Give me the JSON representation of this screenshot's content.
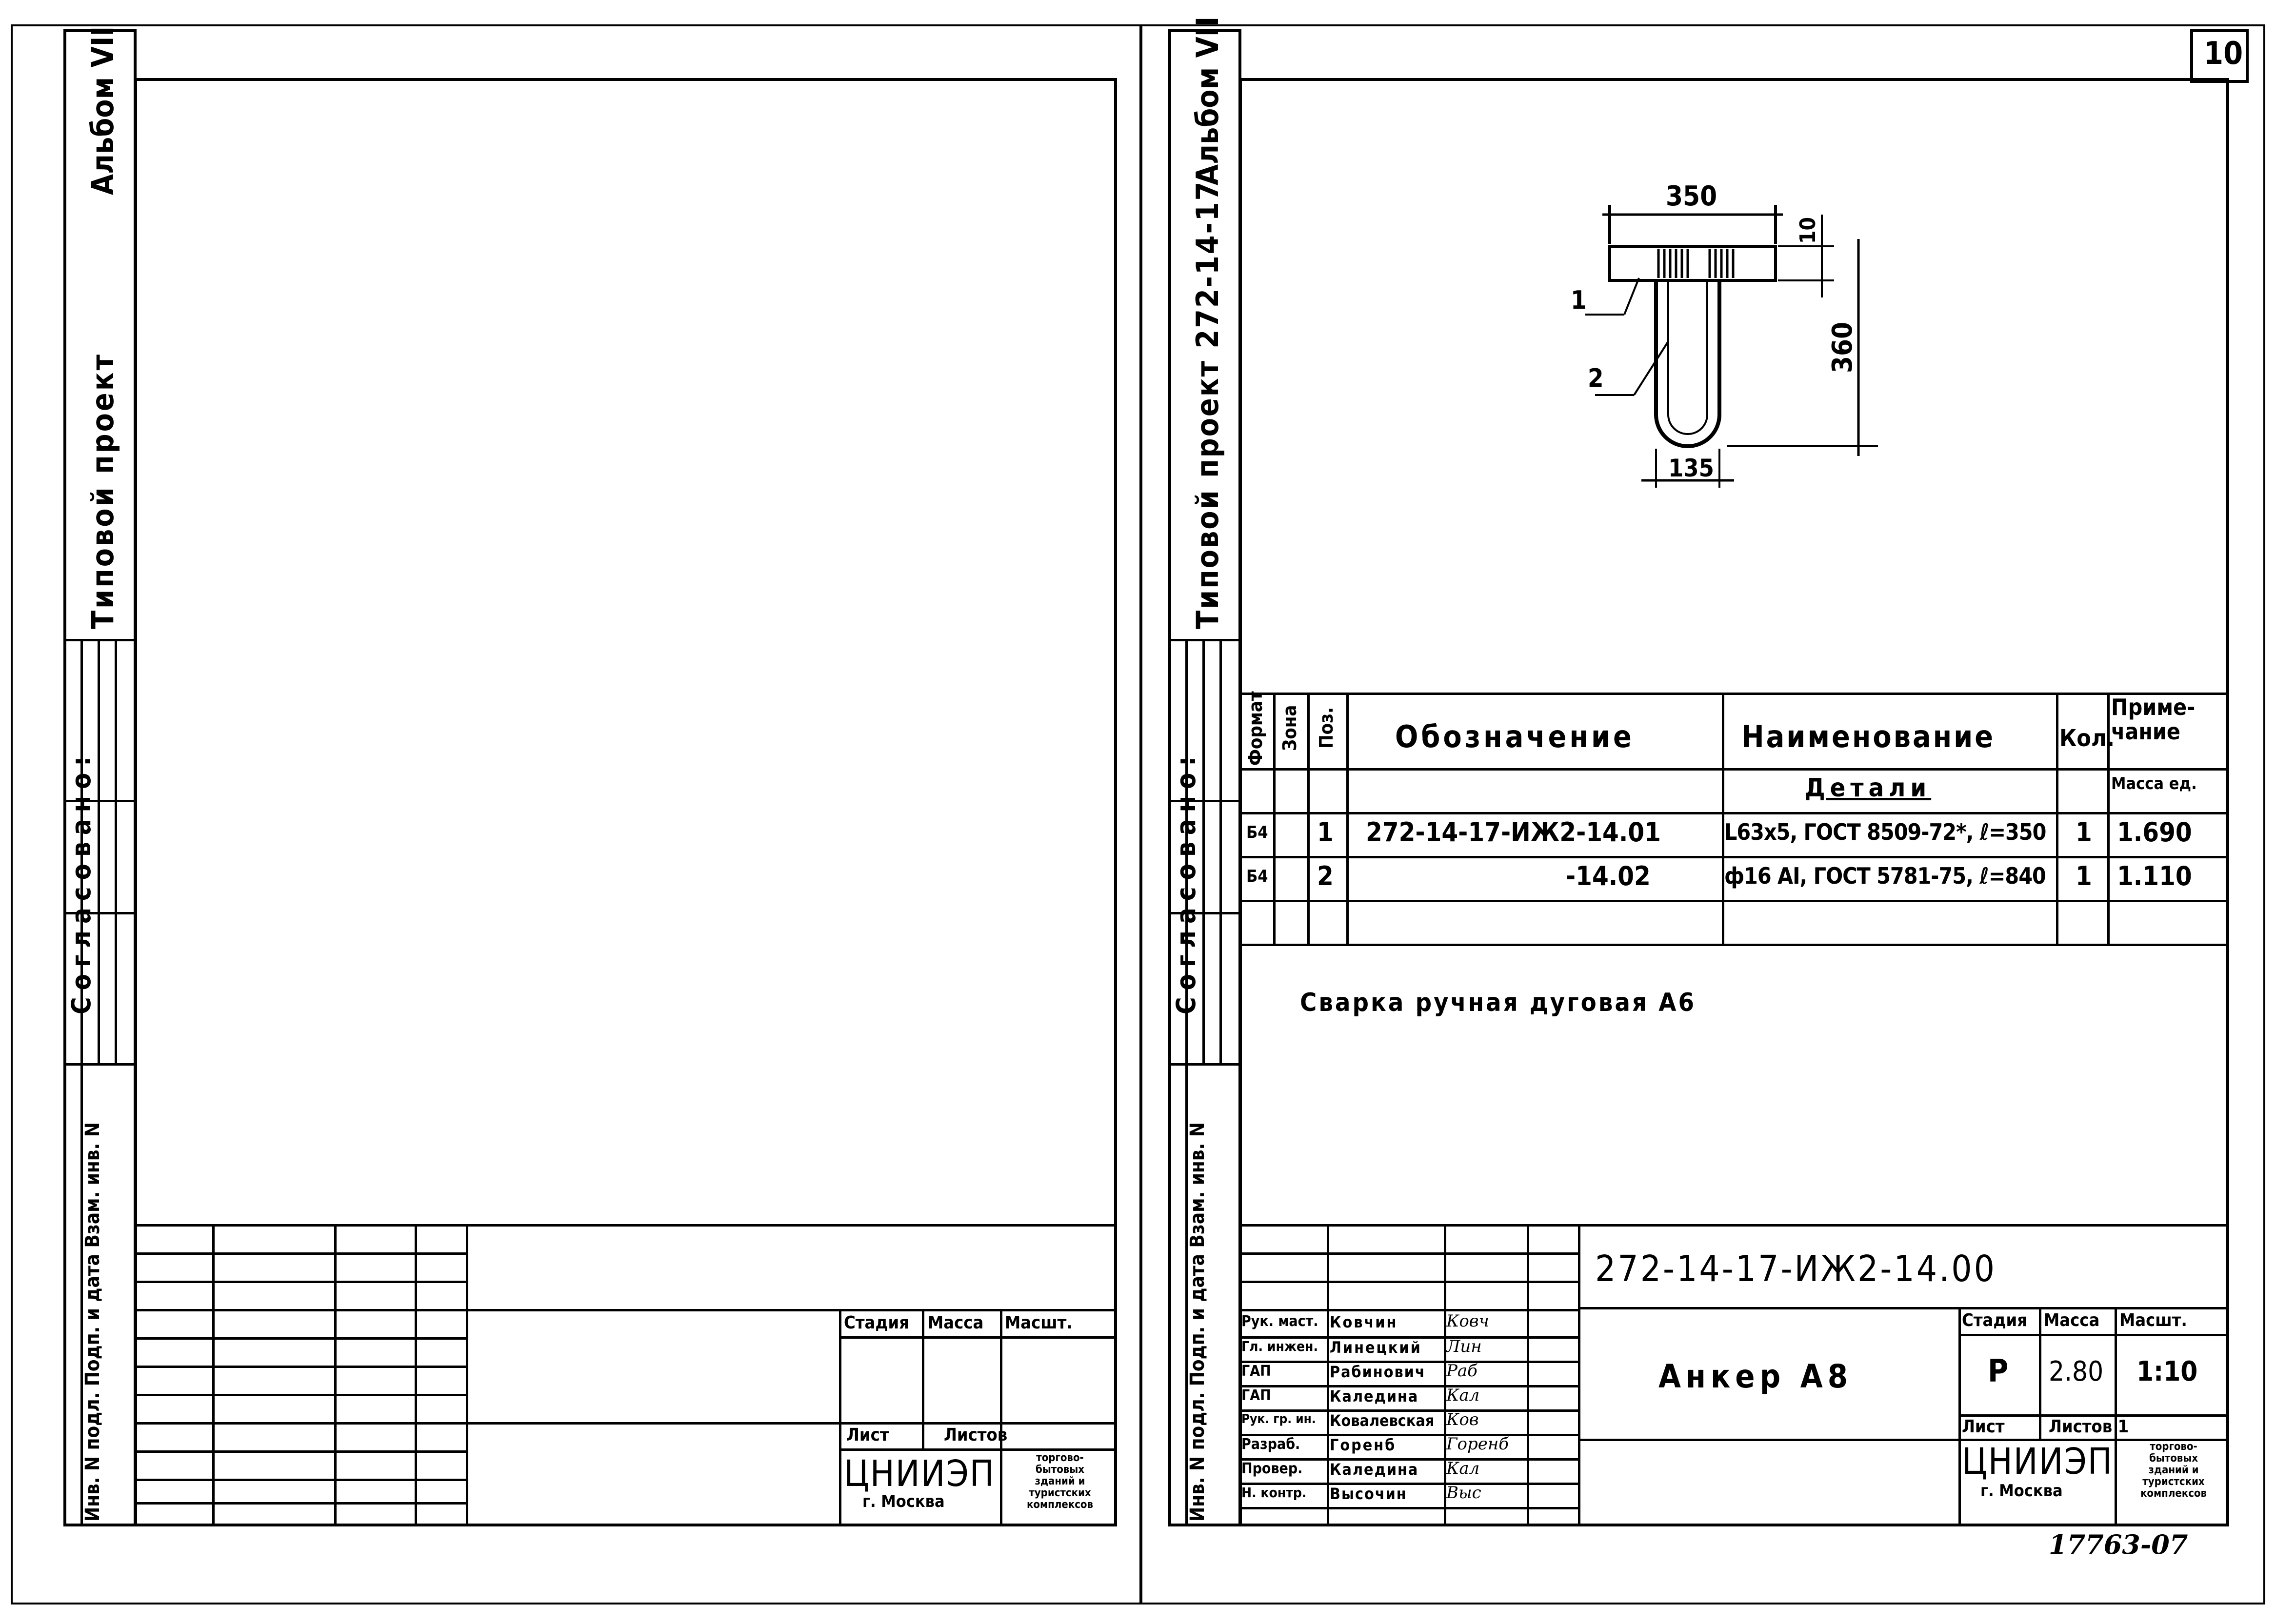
{
  "page_number": "10",
  "left_sheet": {
    "side_title": {
      "album": "Альбом VII",
      "project": "Типовой проект"
    },
    "agreed_label": "Согласовано:",
    "side_box_label": "Инв. N подл. Подп. и дата Взам. инв. N",
    "title_block": {
      "stage": "Стадия",
      "mass": "Масса",
      "scale": "Масшт.",
      "sheet": "Лист",
      "sheets": "Листов",
      "org": "ЦНИИЭП",
      "city": "г. Москва",
      "org_desc": [
        "торгово-",
        "бытовых",
        "зданий и",
        "туристских",
        "комплексов"
      ]
    }
  },
  "right_sheet": {
    "side_title": {
      "album": "Альбом VII",
      "project": "Типовой проект 272-14-17"
    },
    "agreed_label": "Согласовано:",
    "side_box_label": "Инв. N подл. Подп. и дата Взам. инв. N",
    "drawing": {
      "dim_width": "350",
      "dim_thickness": "10",
      "dim_height": "360",
      "dim_bottom": "135",
      "callout_1": "1",
      "callout_2": "2"
    },
    "spec_table": {
      "headers": {
        "format": "Формат",
        "zone": "Зона",
        "pos": "Поз.",
        "designation": "Обозначение",
        "name": "Наименование",
        "qty": "Кол.",
        "note": "Приме-чание",
        "note_sub": "Масса ед."
      },
      "section": "Детали",
      "rows": [
        {
          "format": "Б4",
          "zone": "",
          "pos": "1",
          "designation": "272-14-17-ИЖ2-14.01",
          "name": "L63x5, ГОСТ 8509-72*, ℓ=350",
          "qty": "1",
          "note": "1.690"
        },
        {
          "format": "Б4",
          "zone": "",
          "pos": "2",
          "designation": "-14.02",
          "name": "ф16 АI, ГОСТ 5781-75, ℓ=840",
          "qty": "1",
          "note": "1.110"
        }
      ]
    },
    "welding_note": "Сварка ручная дуговая А6",
    "title_block": {
      "doc_code": "272-14-17-ИЖ2-14.00",
      "doc_name": "Анкер А8",
      "stage": "Стадия",
      "mass": "Масса",
      "scale": "Масшт.",
      "stage_val": "Р",
      "mass_val": "2.80",
      "scale_val": "1:10",
      "sheet": "Лист",
      "sheets": "Листов 1",
      "org": "ЦНИИЭП",
      "city": "г. Москва",
      "org_desc": [
        "торгово-",
        "бытовых",
        "зданий и",
        "туристских",
        "комплексов"
      ],
      "staff": [
        {
          "role": "Рук. маст.",
          "name": "Ковчин",
          "sig": "Ковч"
        },
        {
          "role": "Гл. инжен.",
          "name": "Линецкий",
          "sig": "Лин"
        },
        {
          "role": "ГАП",
          "name": "Рабинович",
          "sig": "Раб"
        },
        {
          "role": "ГАП",
          "name": "Каледина",
          "sig": "Кал"
        },
        {
          "role": "Рук. гр. ин.",
          "name": "Ковалевская",
          "sig": "Ков"
        },
        {
          "role": "Разраб.",
          "name": "Горенб",
          "sig": "Горенб"
        },
        {
          "role": "Провер.",
          "name": "Каледина",
          "sig": "Кал"
        },
        {
          "role": "Н. контр.",
          "name": "Высочин",
          "sig": "Выс"
        }
      ]
    },
    "inventory_number": "17763-07"
  }
}
